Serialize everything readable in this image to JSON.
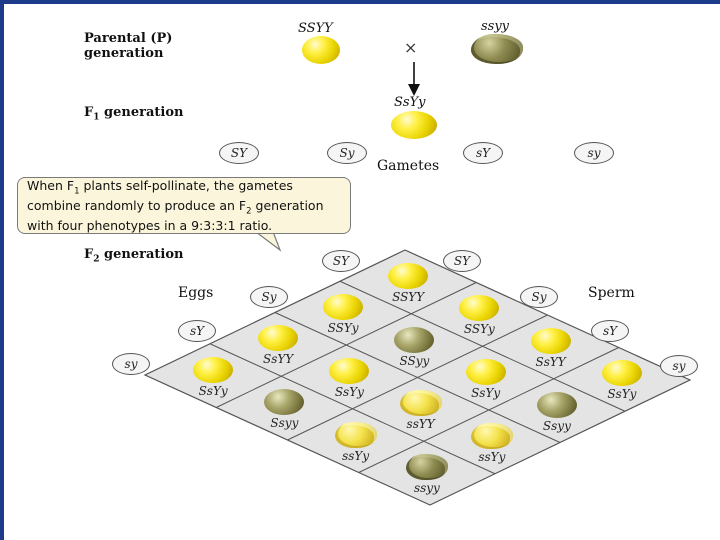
{
  "parental": {
    "label_line1": "Parental (P)",
    "label_line2": "generation",
    "parent1_genotype": "SSYY",
    "parent2_genotype": "ssyy",
    "cross_symbol": "×"
  },
  "f1": {
    "label_main": "F",
    "label_sub": "1",
    "label_rest": " generation",
    "genotype": "SsYy"
  },
  "gametes": {
    "items": [
      "SY",
      "Sy",
      "sY",
      "sy"
    ],
    "label": "Gametes"
  },
  "callout": {
    "text_before_sub1": "When F",
    "sub1": "1",
    "text_mid": " plants self-pollinate, the gametes combine randomly to produce an F",
    "sub2": "2",
    "text_after": " generation with four phenotypes in a 9:3:3:1 ratio."
  },
  "f2": {
    "label_main": "F",
    "label_sub": "2",
    "label_rest": " generation",
    "eggs_label": "Eggs",
    "sperm_label": "Sperm",
    "egg_gametes": [
      "SY",
      "Sy",
      "sY",
      "sy"
    ],
    "sperm_gametes": [
      "SY",
      "Sy",
      "sY",
      "sy"
    ],
    "grid": [
      [
        "SSYY",
        "SSYy",
        "SsYY",
        "SsYy"
      ],
      [
        "SSYy",
        "SSyy",
        "SsYy",
        "Ssyy"
      ],
      [
        "SsYY",
        "SsYy",
        "ssYY",
        "ssYy"
      ],
      [
        "SsYy",
        "Ssyy",
        "ssYy",
        "ssyy"
      ]
    ]
  },
  "colors": {
    "round_yellow": "#efdc10",
    "round_green": "#7d7a45",
    "wrinkled_yellow": "#e6cf35",
    "wrinkled_green": "#6a6735",
    "cell_fill": "#e4e4e4",
    "grid_line": "#555555",
    "callout_fill": "#fbf6db"
  }
}
